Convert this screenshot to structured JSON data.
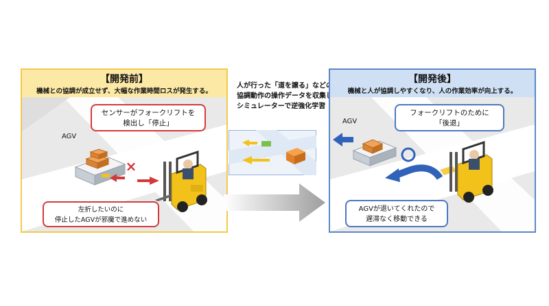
{
  "before": {
    "title": "【開発前】",
    "subtitle": "機械との協調が成立せず、大幅な作業時間ロスが発生する。",
    "agv_label": "AGV",
    "sensor_callout": [
      "センサーがフォークリフトを",
      "検出し「停止」"
    ],
    "blocked_callout": [
      "左折したいのに",
      "停止したAGVが邪魔で進めない"
    ],
    "stop_mark": "×"
  },
  "after": {
    "title": "【開発後】",
    "subtitle": "機械と人が協調しやすくなり、人の作業効率が向上する。",
    "agv_label": "AGV",
    "forklift_callout": [
      "フォークリフトのために",
      "「後退」"
    ],
    "smooth_callout": [
      "AGVが退いてくれたので",
      "遅滞なく移動できる"
    ]
  },
  "center": {
    "lines": [
      "人が行った「道を譲る」などの",
      "協調動作の操作データを収集し、",
      "シミュレーターで逆強化学習"
    ]
  },
  "colors": {
    "before_border": "#f4c94a",
    "before_header": "#fce9a6",
    "after_border": "#5b86c6",
    "after_header": "#cfe0f5",
    "red_accent": "#d23a3a",
    "blue_accent": "#2f62b8",
    "forklift_yellow": "#f2c21b",
    "cargo_orange": "#f08a1c"
  }
}
